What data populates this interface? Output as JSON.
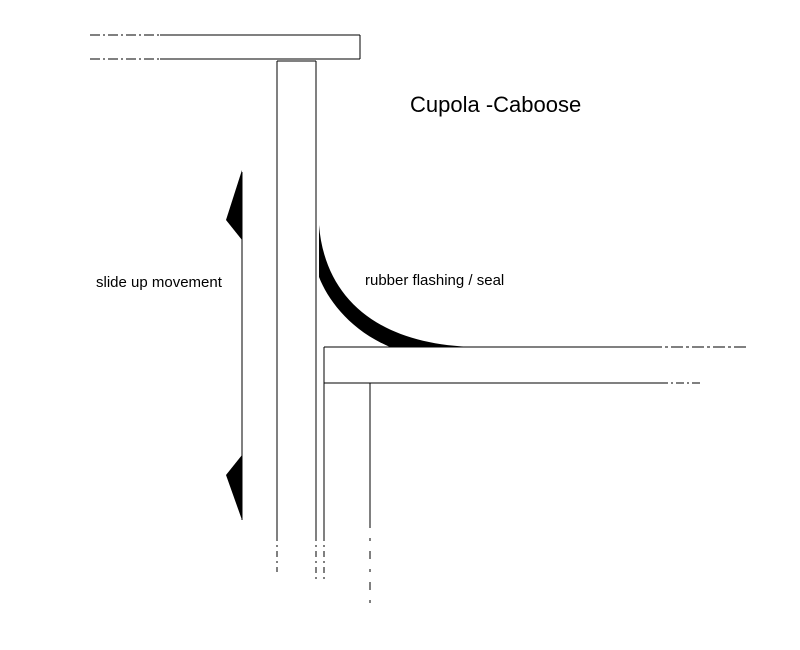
{
  "diagram": {
    "title": "Cupola -Caboose",
    "labels": {
      "slide_movement": "slide up movement",
      "flashing": "rubber flashing / seal"
    },
    "colors": {
      "line": "#000000",
      "background": "#ffffff"
    }
  }
}
